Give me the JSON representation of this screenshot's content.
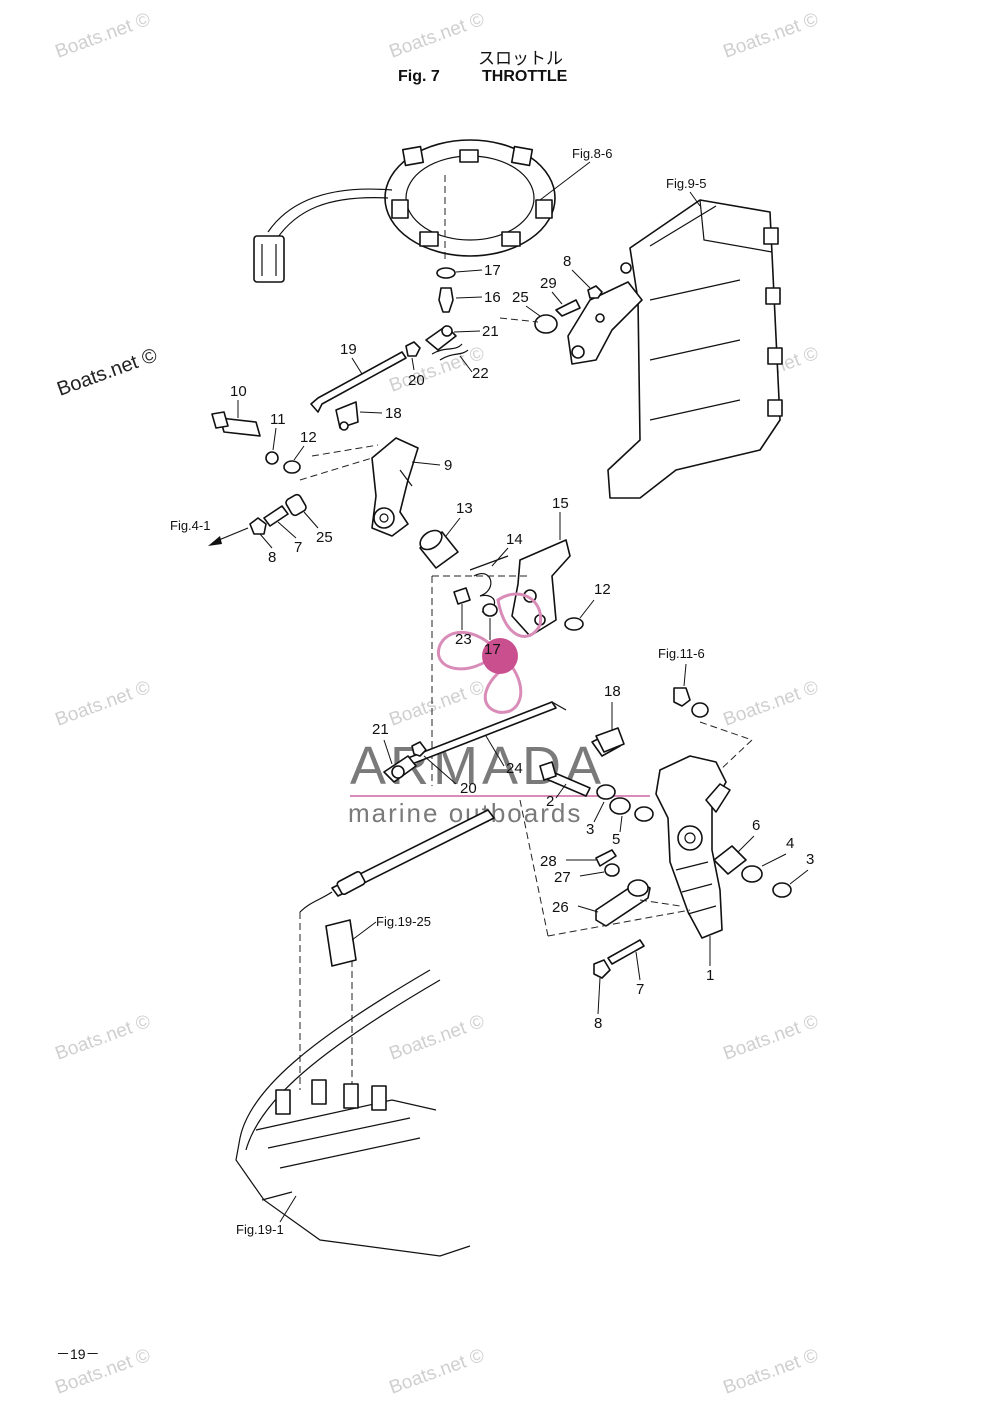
{
  "header": {
    "title_jp": "スロットル",
    "fig_no": "Fig. 7",
    "fig_name": "THROTTLE"
  },
  "page_number": "－19－",
  "refs": {
    "fig8_6": "Fig.8-6",
    "fig9_5": "Fig.9-5",
    "fig4_1": "Fig.4-1",
    "fig11_6": "Fig.11-6",
    "fig19_25": "Fig.19-25",
    "fig19_1": "Fig.19-1"
  },
  "callouts": {
    "c17a": "17",
    "c16": "16",
    "c21a": "21",
    "c25a": "25",
    "c29": "29",
    "c8a": "8",
    "c19": "19",
    "c20a": "20",
    "c22": "22",
    "c10": "10",
    "c11": "11",
    "c12a": "12",
    "c18a": "18",
    "c9": "9",
    "c8b": "8",
    "c7a": "7",
    "c25b": "25",
    "c13": "13",
    "c14": "14",
    "c15": "15",
    "c12b": "12",
    "c23": "23",
    "c17b": "17",
    "c18b": "18",
    "c21b": "21",
    "c24": "24",
    "c20b": "20",
    "c2": "2",
    "c3a": "3",
    "c5": "5",
    "c6": "6",
    "c4": "4",
    "c3b": "3",
    "c28": "28",
    "c27": "27",
    "c26": "26",
    "c1": "1",
    "c7b": "7",
    "c8c": "8"
  },
  "watermarks": {
    "site": "Boats.net ©",
    "site_bold": "Boats.net ©",
    "brand": "ARMADA",
    "brand_sub": "marine outboards"
  },
  "colors": {
    "line": "#111111",
    "watermark": "#cfcfcf",
    "brand_pink": "#d98cb8",
    "brand_gray": "#7a7a7a",
    "brand_dot": "#c94f8f"
  }
}
